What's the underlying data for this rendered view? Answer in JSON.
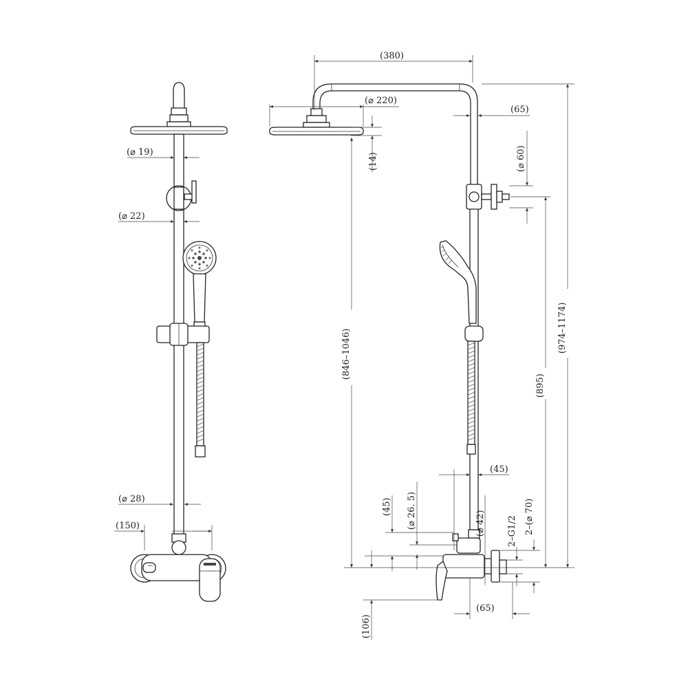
{
  "dimensions": {
    "width_380": "(380)",
    "dia_220": "(⌀ 220)",
    "d65_top": "(65)",
    "d14": "(14)",
    "dia_60": "(⌀ 60)",
    "h_846_1046": "(846–1046)",
    "h_974_1174": "(974–1174)",
    "h_895": "(895)",
    "d45_right": "(45)",
    "d45_left": "(45)",
    "dia_26_5": "(⌀ 26. 5)",
    "dia_42": "(⌀ 42)",
    "g12": "2–G1/2",
    "dia_70": "2–(⌀ 70)",
    "d65_bottom": "(65)",
    "d106": "(106)",
    "dia_19": "(⌀ 19)",
    "dia_22": "(⌀ 22)",
    "dia_28": "(⌀ 28)",
    "w150": "(150)"
  }
}
